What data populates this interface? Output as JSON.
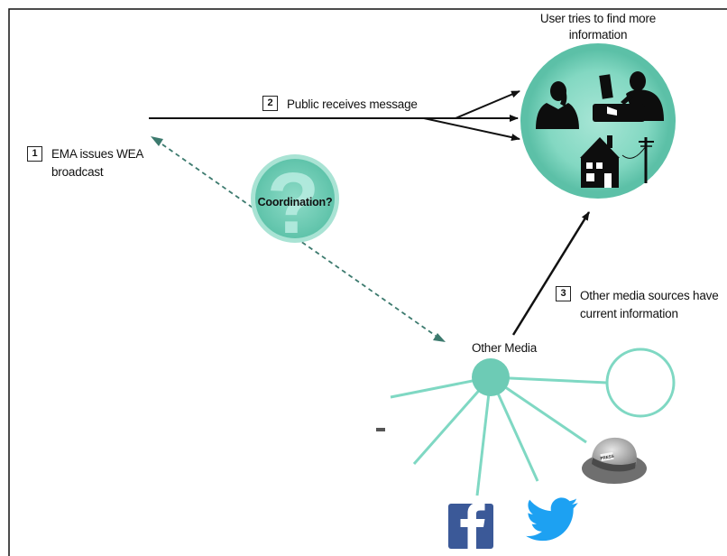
{
  "steps": [
    {
      "number": "1",
      "label_line1": "EMA issues WEA",
      "label_line2": "broadcast"
    },
    {
      "number": "2",
      "label": "Public receives message"
    },
    {
      "number": "3",
      "label_line1": "Other media sources have",
      "label_line2": "current information"
    }
  ],
  "user_node": {
    "line1": "User tries to find more",
    "line2": "information"
  },
  "coordination_label": "Coordination?",
  "coordination_symbol": "?",
  "other_media_label": "Other Media",
  "hat_label": "PRESS",
  "icons": [
    "person-on-phone-icon",
    "person-at-computer-icon",
    "house-icon",
    "utility-pole-icon",
    "facebook-icon",
    "twitter-icon",
    "press-hat-icon",
    "question-mark-icon"
  ],
  "colors": {
    "teal_fill": "#6dcbb5",
    "teal_light": "#a9e3d4",
    "teal_stroke": "#7fd8c3",
    "dashed_arrow": "#3c7a6e",
    "facebook": "#3b5998",
    "twitter": "#1da1f2"
  }
}
